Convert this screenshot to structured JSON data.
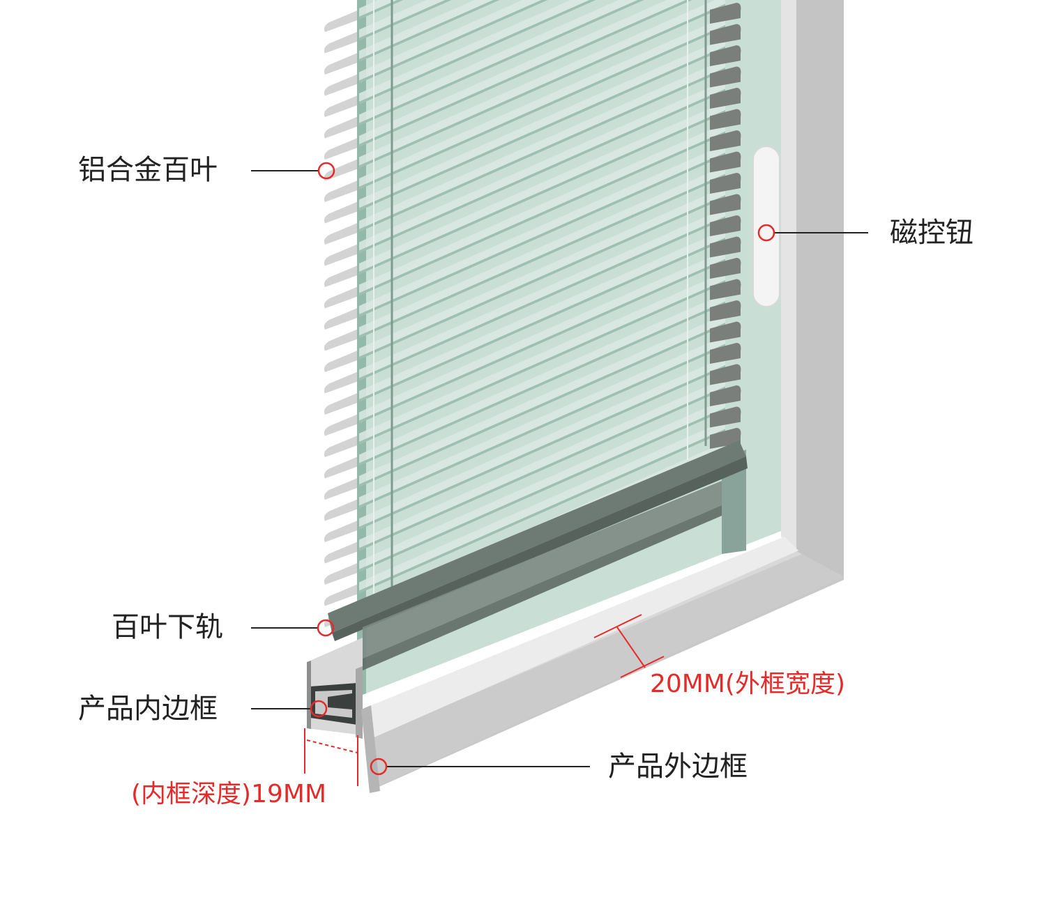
{
  "callouts": {
    "slats": "铝合金百叶",
    "magnetic_knob": "磁控钮",
    "bottom_rail": "百叶下轨",
    "inner_frame": "产品内边框",
    "outer_frame": "产品外边框"
  },
  "dimensions": {
    "outer_width": "20MM(外框宽度)",
    "inner_depth": "(内框深度)19MM"
  },
  "colors": {
    "label_text": "#222222",
    "dimension_text": "#e52a2a",
    "marker": "#e52a2a",
    "frame": "#c9c9c9",
    "glass": "#b9d5cc",
    "slat": "#d2d2d2",
    "rail": "#6e7a74"
  }
}
